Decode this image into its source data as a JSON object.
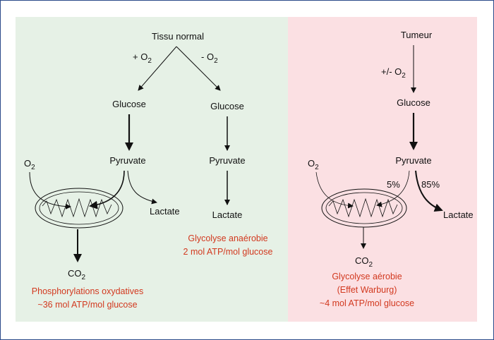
{
  "normal": {
    "title": "Tissu normal",
    "plus_o2": "+ O",
    "minus_o2": "- O",
    "glucose_left": "Glucose",
    "pyruvate_left": "Pyruvate",
    "lactate_left": "Lactate",
    "o2_left": "O",
    "co2_left": "CO",
    "oxphos_line1": "Phosphorylations oxydatives",
    "oxphos_line2": "~36 mol ATP/mol glucose",
    "glucose_mid": "Glucose",
    "pyruvate_mid": "Pyruvate",
    "lactate_mid": "Lactate",
    "anaerobic_line1": "Glycolyse anaérobie",
    "anaerobic_line2": "2 mol ATP/mol glucose"
  },
  "tumor": {
    "title": "Tumeur",
    "pm_o2": "+/- O",
    "glucose": "Glucose",
    "pyruvate": "Pyruvate",
    "o2": "O",
    "pct_mito": "5%",
    "pct_lactate": "85%",
    "lactate": "Lactate",
    "co2": "CO",
    "aerobic_line1": "Glycolyse aérobie",
    "aerobic_line2": "(Effet Warburg)",
    "aerobic_line3": "~4 mol ATP/mol glucose"
  },
  "subscript_2": "2",
  "colors": {
    "normal_panel": "#e6f1e6",
    "tumor_panel": "#fbe0e3",
    "caption_red": "#d2391f",
    "frame_blue": "#2b4a8a"
  }
}
